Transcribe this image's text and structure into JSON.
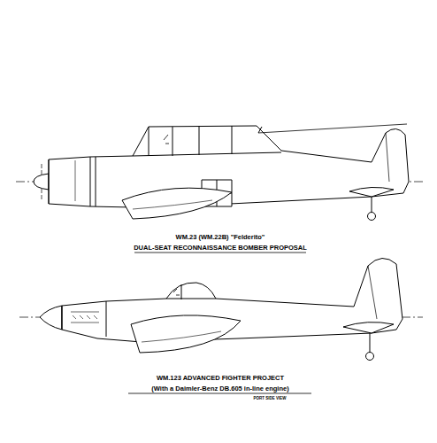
{
  "diagram": {
    "labels": [
      "WM.23 (WM.22B) \"Felderito\"",
      "DUAL-SEAT RECONNAISSANCE BOMBER PROPOSAL",
      "WM.123 ADVANCED FIGHTER PROJECT",
      "(With a Daimler-Benz DB.605 in-line engine)",
      "PORT SIDE VIEW"
    ]
  }
}
